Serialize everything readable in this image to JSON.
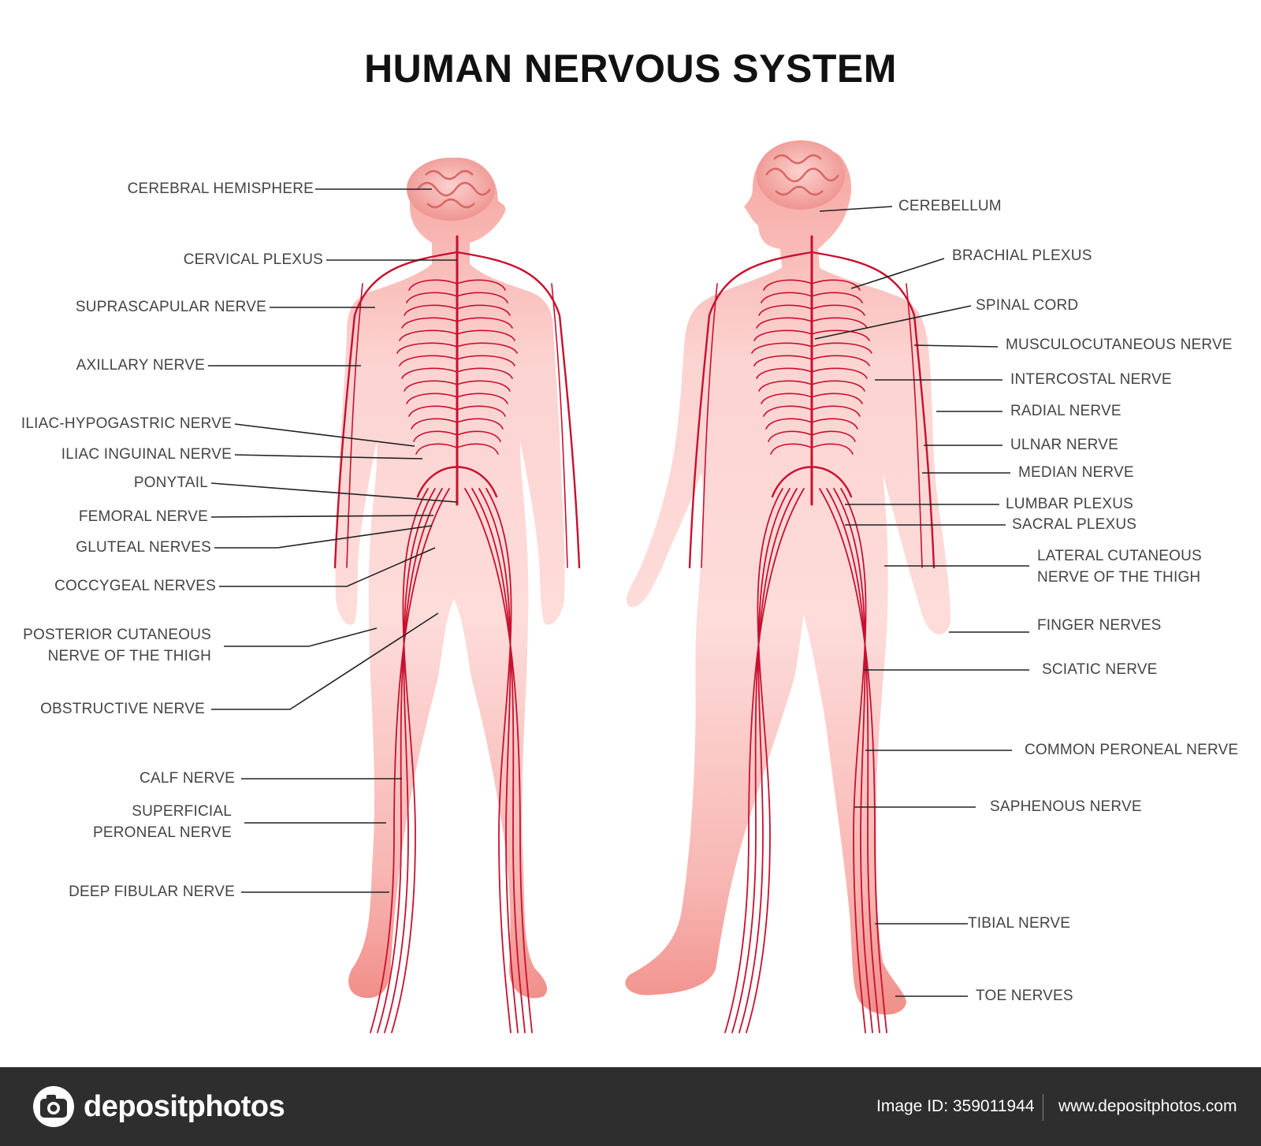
{
  "title": "HUMAN NERVOUS SYSTEM",
  "colors": {
    "nerve": "#c8102e",
    "body_light": "#fcd6d4",
    "body_dark": "#f08a86",
    "brain": "#f0a0a0"
  },
  "left_labels": [
    {
      "id": "cerebral-hemisphere",
      "lines": [
        "CEREBRAL HEMISPHERE"
      ]
    },
    {
      "id": "cervical-plexus",
      "lines": [
        "CERVICAL PLEXUS"
      ]
    },
    {
      "id": "suprascapular-nerve",
      "lines": [
        "SUPRASCAPULAR NERVE"
      ]
    },
    {
      "id": "axillary-nerve",
      "lines": [
        "AXILLARY NERVE"
      ]
    },
    {
      "id": "iliac-hypogastric-nerve",
      "lines": [
        "ILIAC-HYPOGASTRIC NERVE"
      ]
    },
    {
      "id": "iliac-inguinal-nerve",
      "lines": [
        "ILIAC INGUINAL NERVE"
      ]
    },
    {
      "id": "ponytail",
      "lines": [
        "PONYTAIL"
      ]
    },
    {
      "id": "femoral-nerve",
      "lines": [
        "FEMORAL NERVE"
      ]
    },
    {
      "id": "gluteal-nerves",
      "lines": [
        "GLUTEAL NERVES"
      ]
    },
    {
      "id": "coccygeal-nerves",
      "lines": [
        "COCCYGEAL NERVES"
      ]
    },
    {
      "id": "posterior-cutaneous-nerve",
      "lines": [
        "POSTERIOR CUTANEOUS",
        "NERVE OF THE THIGH"
      ]
    },
    {
      "id": "obstructive-nerve",
      "lines": [
        "OBSTRUCTIVE NERVE"
      ]
    },
    {
      "id": "calf-nerve",
      "lines": [
        "CALF NERVE"
      ]
    },
    {
      "id": "superficial-peroneal-nerve",
      "lines": [
        "SUPERFICIAL",
        "PERONEAL NERVE"
      ]
    },
    {
      "id": "deep-fibular-nerve",
      "lines": [
        "DEEP FIBULAR NERVE"
      ]
    }
  ],
  "right_labels": [
    {
      "id": "cerebellum",
      "lines": [
        "CEREBELLUM"
      ]
    },
    {
      "id": "brachial-plexus",
      "lines": [
        "BRACHIAL PLEXUS"
      ]
    },
    {
      "id": "spinal-cord",
      "lines": [
        "SPINAL CORD"
      ]
    },
    {
      "id": "musculocutaneous-nerve",
      "lines": [
        "MUSCULOCUTANEOUS NERVE"
      ]
    },
    {
      "id": "intercostal-nerve",
      "lines": [
        "INTERCOSTAL NERVE"
      ]
    },
    {
      "id": "radial-nerve",
      "lines": [
        "RADIAL NERVE"
      ]
    },
    {
      "id": "ulnar-nerve",
      "lines": [
        "ULNAR NERVE"
      ]
    },
    {
      "id": "median-nerve",
      "lines": [
        "MEDIAN NERVE"
      ]
    },
    {
      "id": "lumbar-plexus",
      "lines": [
        "LUMBAR PLEXUS"
      ]
    },
    {
      "id": "sacral-plexus",
      "lines": [
        "SACRAL PLEXUS"
      ]
    },
    {
      "id": "lateral-cutaneous-nerve",
      "lines": [
        "LATERAL CUTANEOUS",
        "NERVE OF THE THIGH"
      ]
    },
    {
      "id": "finger-nerves",
      "lines": [
        "FINGER NERVES"
      ]
    },
    {
      "id": "sciatic-nerve",
      "lines": [
        "SCIATIC NERVE"
      ]
    },
    {
      "id": "common-peroneal-nerve",
      "lines": [
        "COMMON PERONEAL NERVE"
      ]
    },
    {
      "id": "saphenous-nerve",
      "lines": [
        "SAPHENOUS NERVE"
      ]
    },
    {
      "id": "tibial-nerve",
      "lines": [
        "TIBIAL NERVE"
      ]
    },
    {
      "id": "toe-nerves",
      "lines": [
        "TOE NERVES"
      ]
    }
  ],
  "footer": {
    "brand": "depositphotos",
    "image_id": "Image ID: 359011944",
    "site": "www.depositphotos.com"
  }
}
